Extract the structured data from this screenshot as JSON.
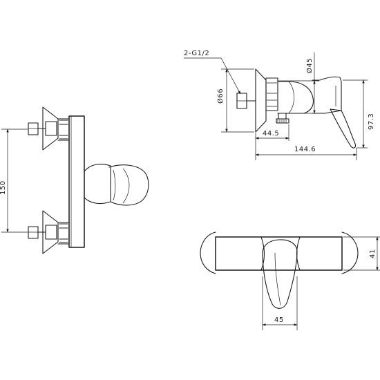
{
  "drawing": {
    "dimensions": {
      "height_left": "150",
      "thread": "2-G1/2",
      "flange_dia": "Ø66",
      "body_dia": "Ø45",
      "depth_body": "44.5",
      "depth_total": "144.6",
      "height_handle": "97.3",
      "handle_width": "45",
      "body_height": "41"
    }
  }
}
